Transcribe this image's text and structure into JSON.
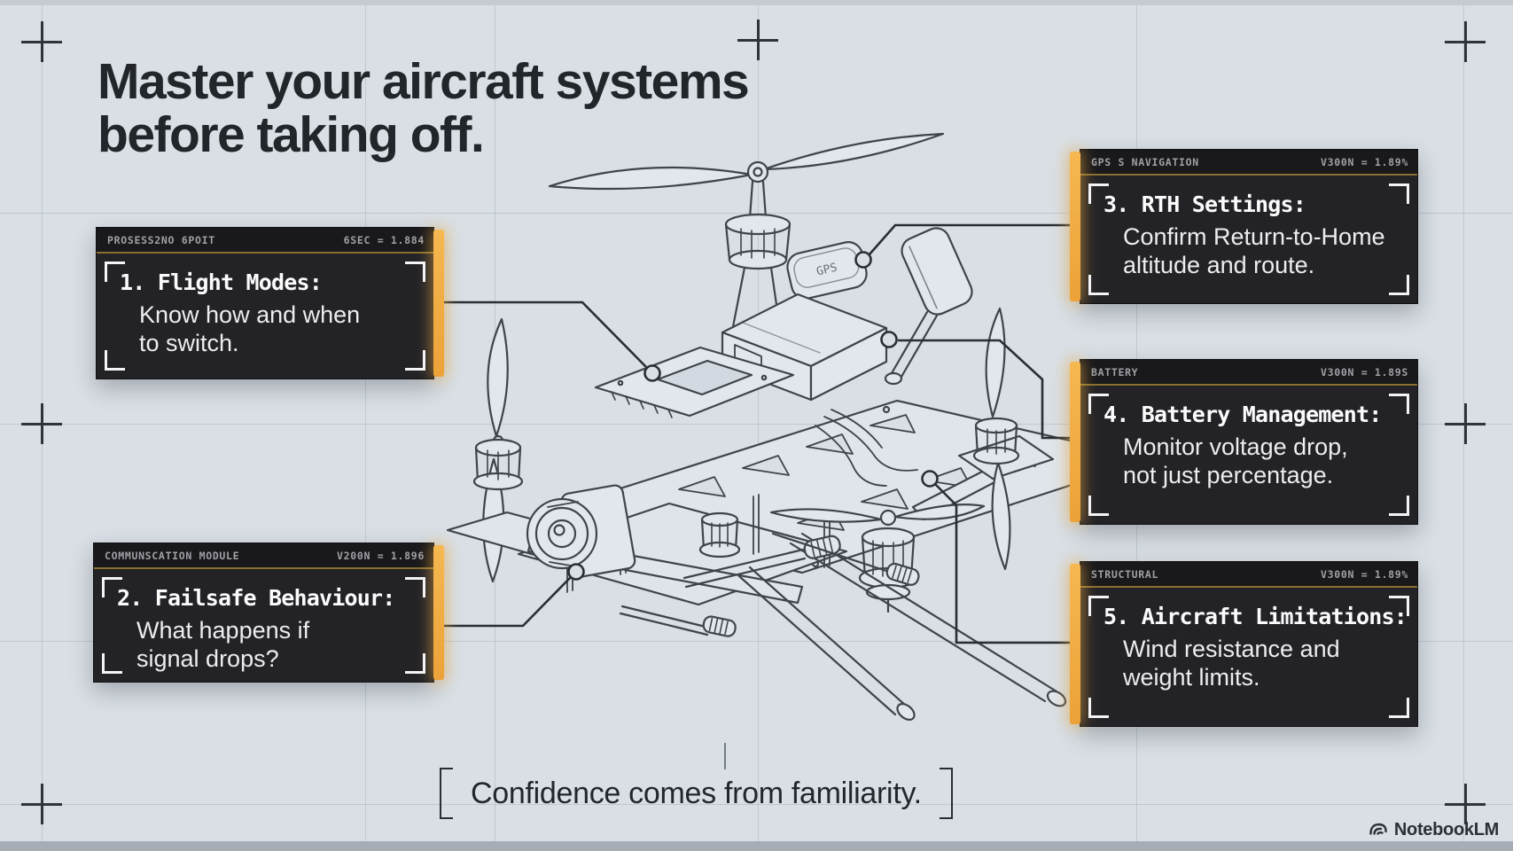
{
  "page": {
    "background": "#d9dfe5"
  },
  "colors": {
    "accent_orange": "#f2ab42",
    "box_background": "#232327",
    "box_header_background": "#19191c",
    "gold_separator": "#8a7030",
    "connector_line": "#2a2e33",
    "box_text": "#ecedef",
    "title_text": "#22262b"
  },
  "header": {
    "title_line1": "Master your aircraft systems",
    "title_line2": "before taking off."
  },
  "callouts": [
    {
      "header_left": "PROSESS2NO 6POIT",
      "header_right": "6SEC = 1.884",
      "title": "1. Flight Modes:",
      "body_line1": "Know how and when",
      "body_line2": "to switch."
    },
    {
      "header_left": "COMMUNSCATION MODULE",
      "header_right": "V200N = 1.896",
      "title": "2. Failsafe Behaviour:",
      "body_line1": "What happens if",
      "body_line2": "signal drops?"
    },
    {
      "header_left": "GPS S NAVIGATION",
      "header_right": "V300N = 1.89%",
      "title": "3. RTH Settings:",
      "body_line1": "Confirm Return-to-Home",
      "body_line2": "altitude and route."
    },
    {
      "header_left": "BATTERY",
      "header_right": "V300N = 1.89S",
      "title": "4. Battery Management:",
      "body_line1": "Monitor voltage drop,",
      "body_line2": "not just percentage."
    },
    {
      "header_left": "STRUCTURAL",
      "header_right": "V300N = 1.89%",
      "title": "5. Aircraft Limitations:",
      "body_line1": "Wind resistance and",
      "body_line2": "weight limits."
    }
  ],
  "drone": {
    "gps_label": "GPS"
  },
  "footer": {
    "caption": "Confidence comes from familiarity.",
    "brand": "NotebookLM",
    "brand_icon": "notebooklm-swoosh"
  }
}
